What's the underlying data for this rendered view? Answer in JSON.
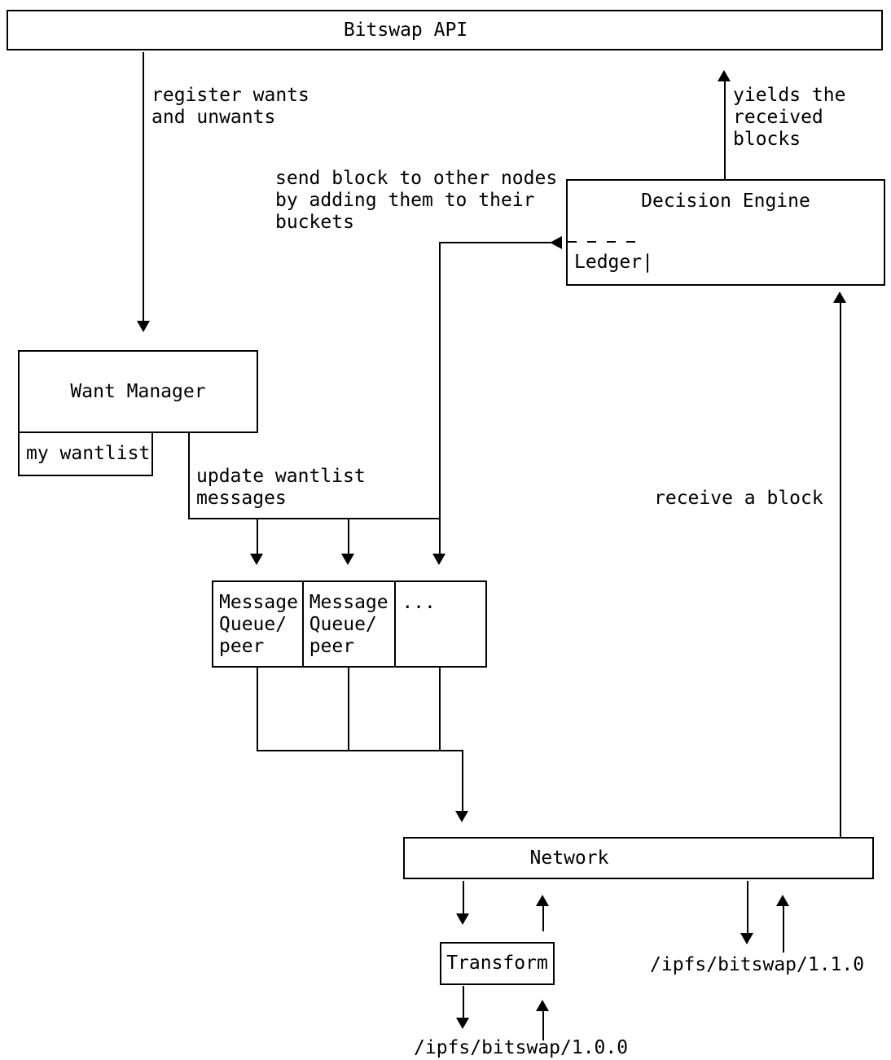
{
  "nodes": {
    "bitswap_api": "Bitswap API",
    "want_manager": "Want Manager",
    "my_wantlist": "my wantlist",
    "decision_engine": "Decision Engine",
    "ledger": "Ledger|",
    "message_queue_1": "Message\nQueue/\npeer",
    "message_queue_2": "Message\nQueue/\npeer",
    "message_queue_3": "...",
    "network": "Network",
    "transform": "Transform"
  },
  "edge_labels": {
    "register_wants": "register wants\nand unwants",
    "yields_blocks": "yields the\nreceived\nblocks",
    "send_block": "send block to other nodes\nby adding them to their\nbuckets",
    "update_wantlist": "update wantlist\nmessages",
    "receive_block": "receive a block",
    "protocol_v110": "/ipfs/bitswap/1.1.0",
    "protocol_v100": "/ipfs/bitswap/1.0.0"
  },
  "colors": {
    "line": "#000000",
    "background": "#ffffff"
  }
}
